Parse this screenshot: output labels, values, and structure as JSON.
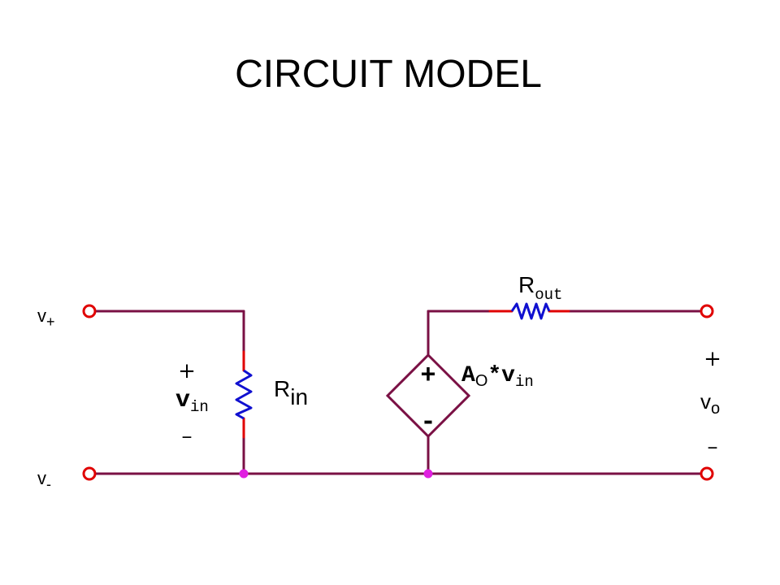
{
  "title": "CIRCUIT MODEL",
  "colors": {
    "wire": "#7a1044",
    "lead": "#e00000",
    "resistor": "#1010d0",
    "node": "#e020e0",
    "terminal": "#e00000",
    "text": "#000000"
  },
  "labels": {
    "v_plus": {
      "main": "v",
      "sub": "+"
    },
    "v_minus": {
      "main": "v",
      "sub": "-"
    },
    "vin_plus": "+",
    "vin": {
      "main": "v",
      "sub": "in"
    },
    "vin_minus": "–",
    "rin": {
      "main": "R",
      "sub": "in"
    },
    "rout": {
      "main": "R",
      "sub": "out"
    },
    "source_plus": "+",
    "source_minus": "-",
    "gain": {
      "a": "A",
      "a_sub": "O",
      "mult": "*v",
      "v_sub": "in"
    },
    "vo_plus": "+",
    "vo": {
      "main": "v",
      "sub": "o"
    },
    "vo_minus": "–"
  },
  "icons": {
    "resistor": "zigzag-resistor-icon",
    "dependent_source": "diamond-voltage-source-icon",
    "terminal": "open-circle-terminal-icon",
    "node": "filled-dot-junction-icon"
  }
}
